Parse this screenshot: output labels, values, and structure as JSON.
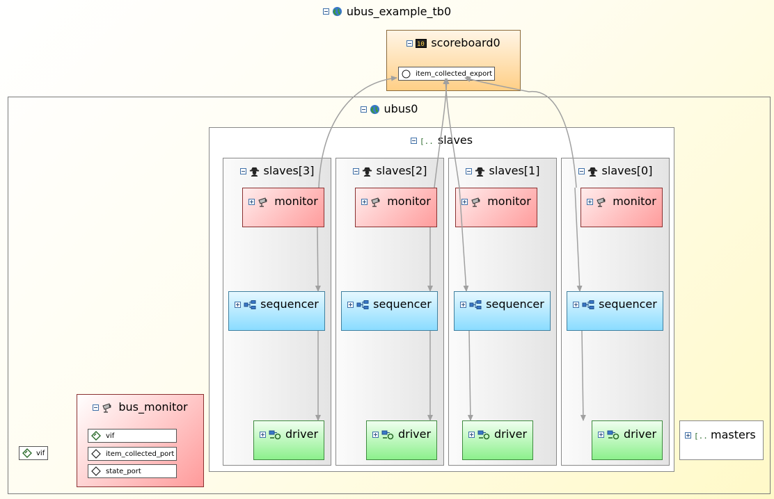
{
  "top": {
    "title": "ubus_example_tb0"
  },
  "scoreboard": {
    "title": "scoreboard0",
    "export": "item_collected_export"
  },
  "env": {
    "title": "ubus0"
  },
  "slaves": {
    "title": "slaves",
    "agents": [
      {
        "title": "slaves[3]",
        "monitor": "monitor",
        "sequencer": "sequencer",
        "driver": "driver"
      },
      {
        "title": "slaves[2]",
        "monitor": "monitor",
        "sequencer": "sequencer",
        "driver": "driver"
      },
      {
        "title": "slaves[1]",
        "monitor": "monitor",
        "sequencer": "sequencer",
        "driver": "driver"
      },
      {
        "title": "slaves[0]",
        "monitor": "monitor",
        "sequencer": "sequencer",
        "driver": "driver"
      }
    ]
  },
  "bus_monitor": {
    "title": "bus_monitor",
    "ports": [
      "vif",
      "item_collected_port",
      "state_port"
    ]
  },
  "env_vif": "vif",
  "masters": {
    "title": "masters"
  },
  "colors": {
    "edge": "#a0a0a0",
    "monitor": "#ff9c9c",
    "sequencer": "#8adcff",
    "driver": "#8cf08c",
    "scoreboard": "#ffcf86"
  },
  "icons": {
    "top": "globe-icon",
    "scoreboard": "scoreboard-icon",
    "env": "globe-icon",
    "slaves": "array-icon",
    "agent": "agent-icon",
    "monitor": "camera-icon",
    "sequencer": "sequencer-icon",
    "driver": "driver-icon",
    "masters": "array-icon"
  }
}
